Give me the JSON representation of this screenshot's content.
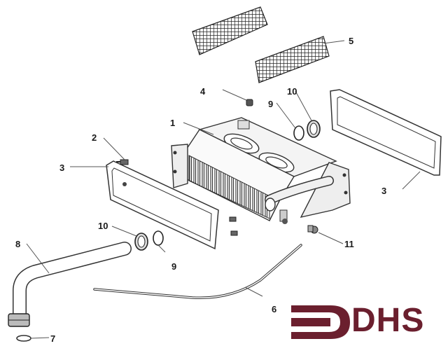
{
  "callouts": [
    {
      "id": "c1",
      "text": "1"
    },
    {
      "id": "c2",
      "text": "2"
    },
    {
      "id": "c3a",
      "text": "3"
    },
    {
      "id": "c3b",
      "text": "3"
    },
    {
      "id": "c4",
      "text": "4"
    },
    {
      "id": "c5",
      "text": "5"
    },
    {
      "id": "c6",
      "text": "6"
    },
    {
      "id": "c7",
      "text": "7"
    },
    {
      "id": "c8",
      "text": "8"
    },
    {
      "id": "c9a",
      "text": "9"
    },
    {
      "id": "c9b",
      "text": "9"
    },
    {
      "id": "c10a",
      "text": "10"
    },
    {
      "id": "c10b",
      "text": "10"
    },
    {
      "id": "c11",
      "text": "11"
    }
  ],
  "logo": {
    "text": "DHS",
    "color": "#6b1f2e"
  },
  "colors": {
    "line": "#333333",
    "panel": "#ffffff",
    "fill": "#e8e8e8"
  }
}
